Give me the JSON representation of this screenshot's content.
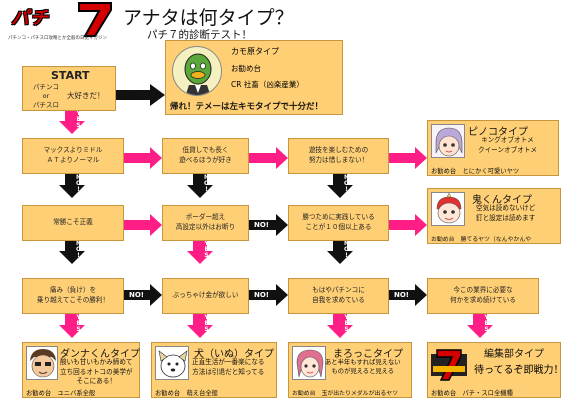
{
  "header": {
    "logo_text": "パチ",
    "logo_seven": "7",
    "logo_sub": "パチンコ・パチスロ攻略とか全般の日記マガジン",
    "title": "アナタは何タイプ？",
    "subtitle": "パチ７的診断テスト！"
  },
  "start": {
    "title": "START",
    "lines": [
      "パチンコ",
      "or",
      "パチスロ"
    ],
    "question": "大好きだ！"
  },
  "top_result": {
    "title": "カモ原タイプ",
    "line1": "お勧め台",
    "line2": "CR 社畜（凶楽産業）",
    "banner": "帰れ！テメーは左キモタイプで十分だ！"
  },
  "questions": {
    "q_makkusu": [
      "マックスよりミドル",
      "ＡＴよりノーマル"
    ],
    "q_teikakuritsu": [
      "低貸しでも長く",
      "遊べるほうが好き"
    ],
    "q_yugi": [
      "遊技を楽しむための",
      "努力は惜しまない！"
    ],
    "q_joshiki": [
      "常勝こそ正義"
    ],
    "q_border": [
      "ボーダー超え",
      "高設定以外はお断り"
    ],
    "q_kachi": [
      "勝つために実践している",
      "ことが１０個以上ある"
    ],
    "q_itami": [
      "痛み（負け）を",
      "乗り越えてこその勝利！"
    ],
    "q_bucchake": [
      "ぶっちゃけ金が欲しい"
    ],
    "q_mohaya": [
      "もはやパチンコに",
      "自我を求めている"
    ],
    "q_gyokai": [
      "今この業界に必要な",
      "何かを求め続けている"
    ]
  },
  "results": {
    "pinoko": {
      "title": "ピノコタイプ",
      "desc": [
        "キングオブオトメ",
        "クイーンオブオトメ"
      ],
      "rec": "お勧め台　とにかく可愛いヤツ"
    },
    "oni": {
      "title": "鬼くんタイプ",
      "desc": [
        "空気は読めないけど",
        "釘と設定は読めます"
      ],
      "rec": "お勧め台　勝てるヤツ（なんやかんや"
    },
    "dannan": {
      "title": "ダンナくんタイプ",
      "desc": [
        "酸いも甘いもかみ締めて",
        "立ち回るオトコの美学が",
        "そこにある！"
      ],
      "rec": "お勧め台　ユニバ系全般"
    },
    "inu": {
      "title": "犬（いぬ）タイプ",
      "desc": [
        "正直生活が一番楽になる",
        "方法は引退だと知ってる"
      ],
      "rec": "お勧め台　萌え台全般"
    },
    "marokko": {
      "title": "まろっこタイプ",
      "desc": [
        "あと半年もすれば見えない",
        "ものが見えると見える"
      ],
      "rec": "お勧め台　玉が出たりメダルが出るヤツ"
    },
    "henshubu": {
      "title": "編集部タイプ",
      "desc": [
        "待ってるぞ即戦力！"
      ],
      "rec": "お勧め台　パチ・スロ全機種"
    }
  },
  "labels": {
    "yes": "YES!",
    "no": "NO!"
  },
  "colors": {
    "box": "#ffcf75",
    "pink": "#ff1d86",
    "black": "#111111"
  }
}
